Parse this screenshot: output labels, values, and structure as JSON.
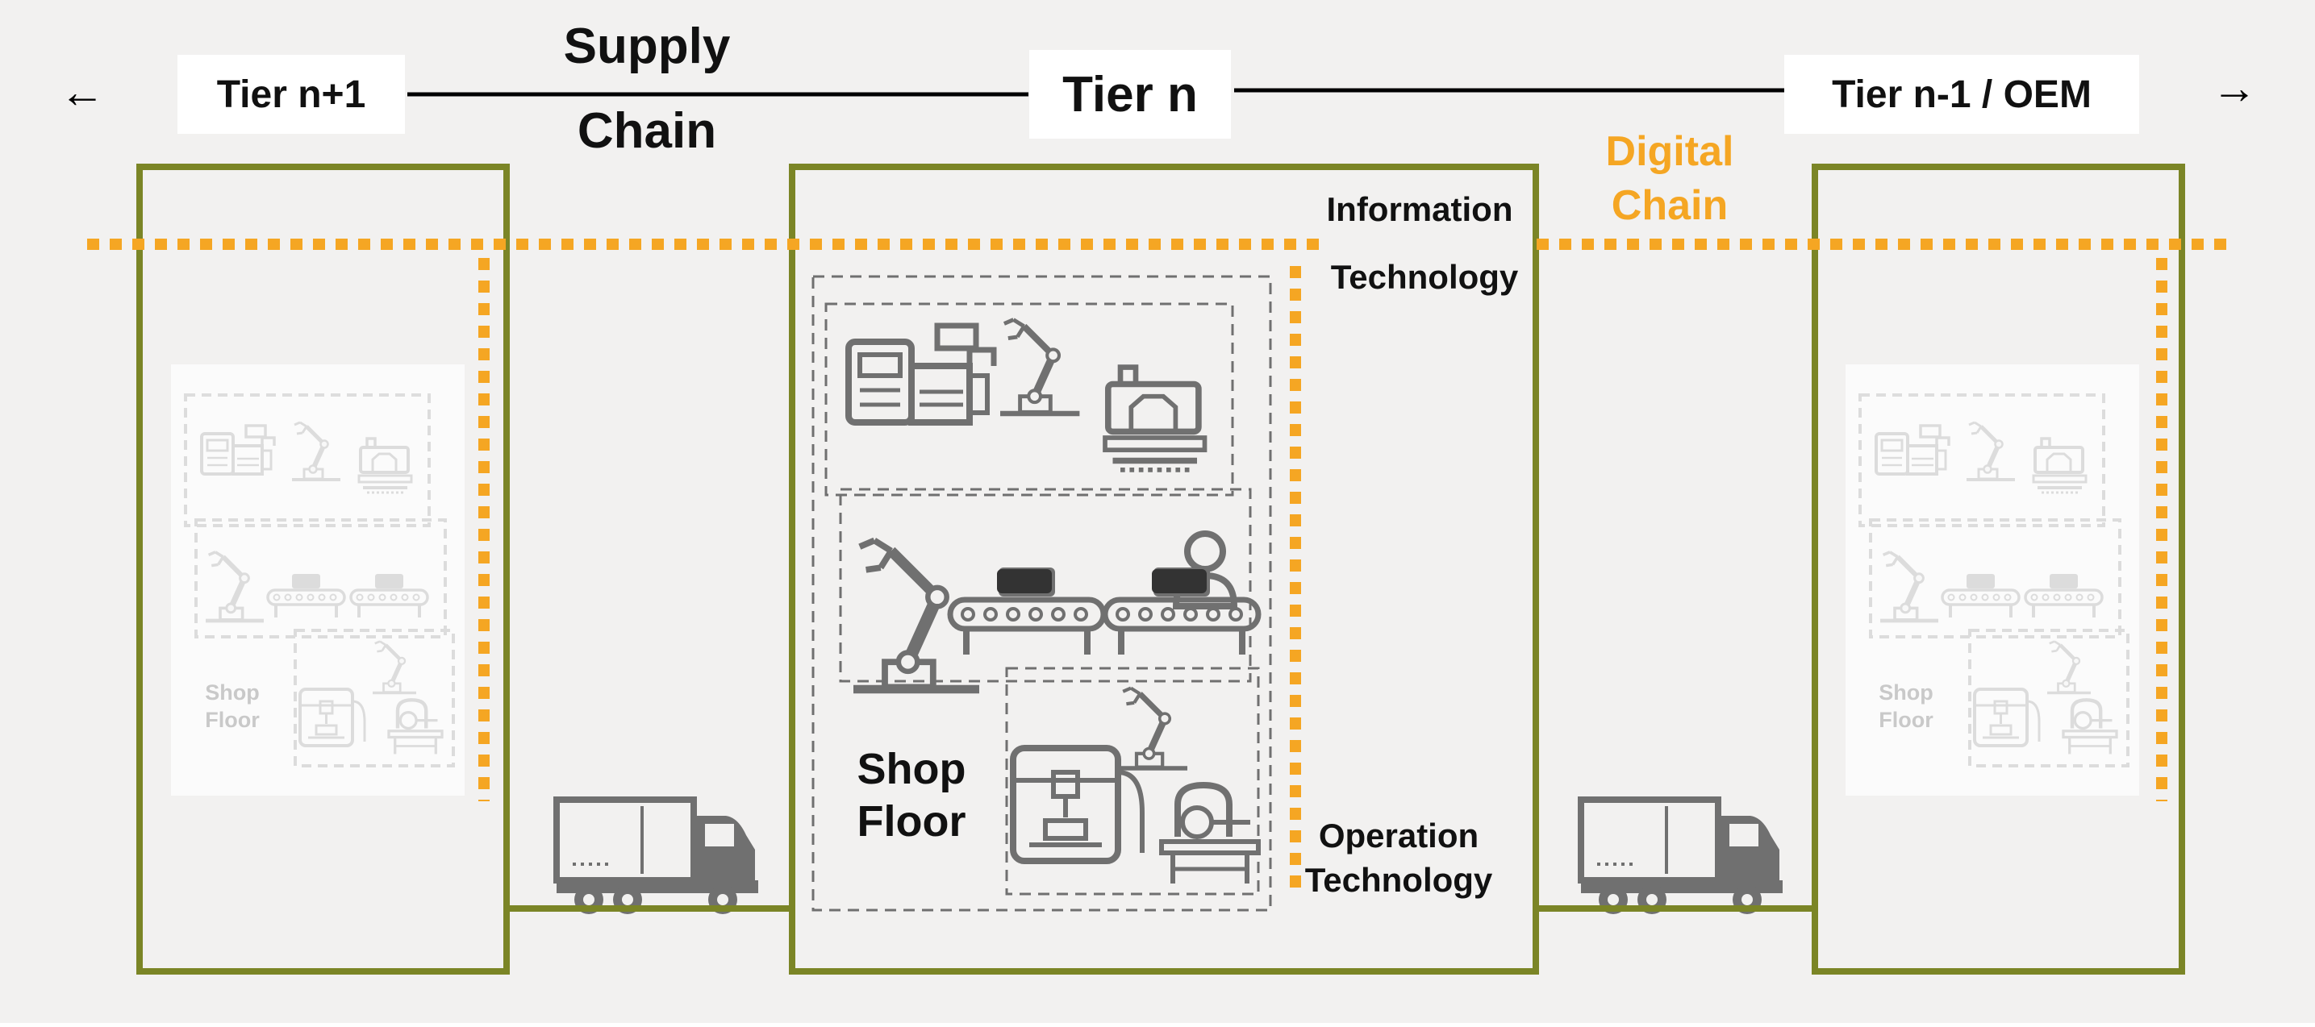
{
  "labels": {
    "left_arrow": "←",
    "right_arrow": "→",
    "tier_left": "Tier n+1",
    "tier_center": "Tier n",
    "tier_right": "Tier n-1 / OEM",
    "supply": "Supply",
    "chain": "Chain",
    "digital": "Digital",
    "digital_chain": "Chain",
    "information": "Information",
    "technology": "Technology",
    "shop": "Shop",
    "floor": "Floor",
    "operation": "Operation",
    "op_technology": "Technology",
    "small_shop": "Shop",
    "small_floor": "Floor"
  },
  "colors": {
    "background": "#f2f1f0",
    "frame": "#7b8526",
    "digital_chain": "#f5a623",
    "icon": "#707070",
    "icon_dark": "#333333",
    "text": "#111111"
  },
  "icons": [
    "truck-icon",
    "injection-molding-machine-icon",
    "robot-arm-icon",
    "cnc-machine-icon",
    "conveyor-icon",
    "worker-icon",
    "3d-printer-icon",
    "lathe-icon"
  ]
}
